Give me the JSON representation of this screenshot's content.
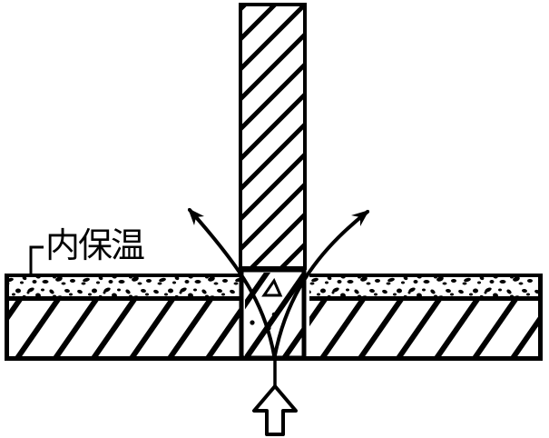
{
  "diagram": {
    "insulation_label": "内保温",
    "colors": {
      "ink": "#000000",
      "paper": "#ffffff"
    },
    "shapes": {
      "wall": "hatched-wall-section",
      "insulation": "stippled-insulation-band",
      "slab": "hatched-floor-slab",
      "junction": "concrete-junction-triangle-and-dots",
      "left_arrow": "curved-arrow-up-left",
      "right_arrow": "curved-arrow-up-right",
      "bottom_arrow": "hollow-up-arrow"
    }
  }
}
